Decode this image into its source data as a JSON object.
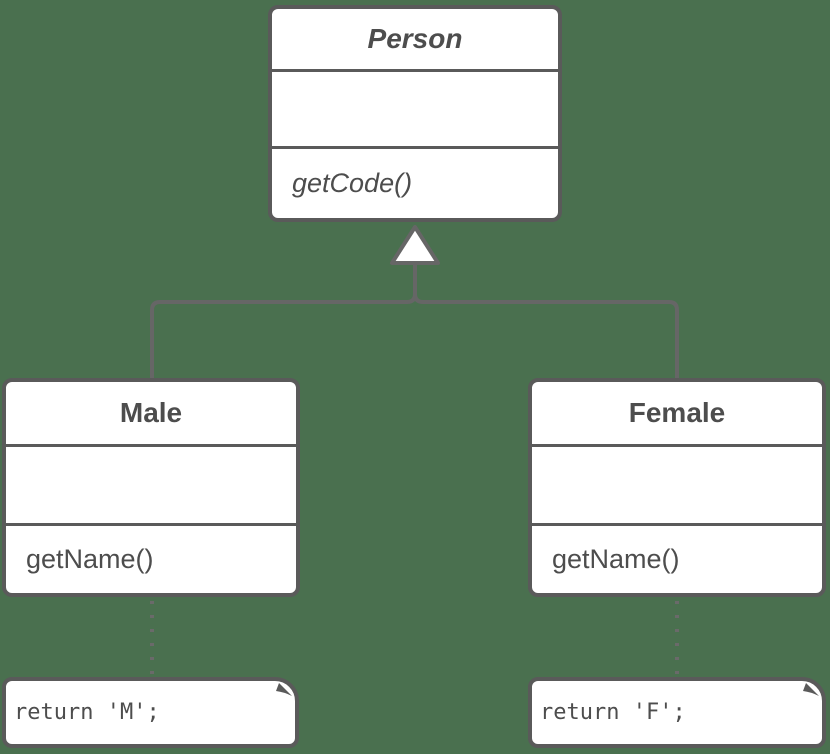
{
  "canvas": {
    "background_color": "#4a704f",
    "box_fill": "#ffffff",
    "stroke_color": "#5a5a5a",
    "line_color": "#666666",
    "text_color": "#4d4d4d"
  },
  "diagram": {
    "type": "uml-class-diagram",
    "classes": [
      {
        "name": "Person",
        "abstract": true,
        "attributes": "",
        "methods": [
          "getCode()"
        ]
      },
      {
        "name": "Male",
        "abstract": false,
        "attributes": "",
        "methods": [
          "getName()"
        ]
      },
      {
        "name": "Female",
        "abstract": false,
        "attributes": "",
        "methods": [
          "getName()"
        ]
      }
    ],
    "relationships": [
      {
        "type": "generalization",
        "from": "Male",
        "to": "Person"
      },
      {
        "type": "generalization",
        "from": "Female",
        "to": "Person"
      }
    ],
    "notes": [
      {
        "text": "return 'M';",
        "attached_to": "Male"
      },
      {
        "text": "return 'F';",
        "attached_to": "Female"
      }
    ]
  }
}
